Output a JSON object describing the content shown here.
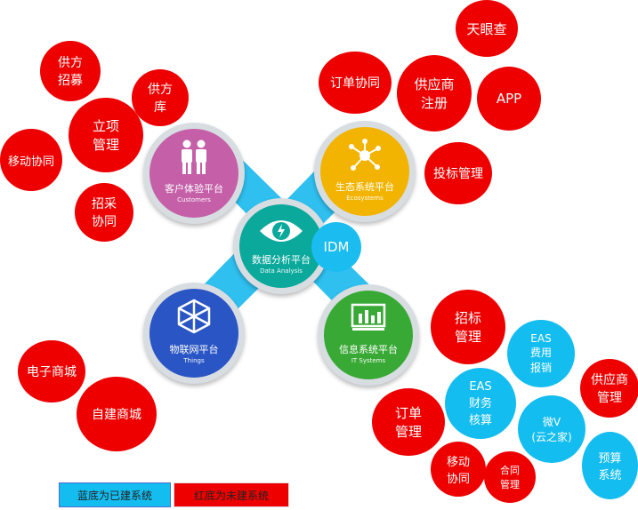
{
  "platforms": {
    "customers": {
      "label_zh": "客户体验平台",
      "label_en": "Customers",
      "color": "#c45fa8",
      "icon": "people-icon"
    },
    "ecosystems": {
      "label_zh": "生态系统平台",
      "label_en": "Ecosystems",
      "color": "#f2b400",
      "icon": "network-node-icon"
    },
    "data": {
      "label_zh": "数据分析平台",
      "label_en": "Data Analysis",
      "color": "#0aa99c",
      "icon": "eye-icon"
    },
    "things": {
      "label_zh": "物联网平台",
      "label_en": "Things",
      "color": "#2a55c4",
      "icon": "cube-network-icon"
    },
    "it": {
      "label_zh": "信息系统平台",
      "label_en": "IT Systems",
      "color": "#39a935",
      "icon": "monitor-chart-icon"
    }
  },
  "idm": "IDM",
  "bubbles": {
    "tianyancha": "天眼查",
    "gongfang_zhaomu": "供方\n招募",
    "dingdan_xietong_top": "订单协同",
    "gongyingshang_zhuce": "供应商\n注册",
    "app": "APP",
    "gongfang_ku": "供方\n库",
    "lixiang_guanli": "立项\n管理",
    "yidong_xietong_left": "移动协同",
    "toubiao_guanli": "投标管理",
    "zhaocai_xietong": "招采\n协同",
    "zhaobiao_guanli": "招标\n管理",
    "eas_feiyong": "EAS\n费用\n报销",
    "dianzi_shangcheng": "电子商城",
    "gongyingshang_guanli": "供应商\n管理",
    "eas_caiwu": "EAS\n财务\n核算",
    "zijian_shangcheng": "自建商城",
    "dingdan_guanli": "订单\n管理",
    "weiv": "微V\n(云之家)",
    "yusuan_xitong": "预算\n系统",
    "yidong_xietong_bottom": "移动\n协同",
    "hetong_guanli": "合同\n管理"
  },
  "legend": {
    "built": "蓝底为已建系统",
    "unbuilt": "红底为未建系统"
  },
  "colors": {
    "red": "#ee0000",
    "blue": "#14bdf0",
    "cross": "#2fc0ef"
  }
}
